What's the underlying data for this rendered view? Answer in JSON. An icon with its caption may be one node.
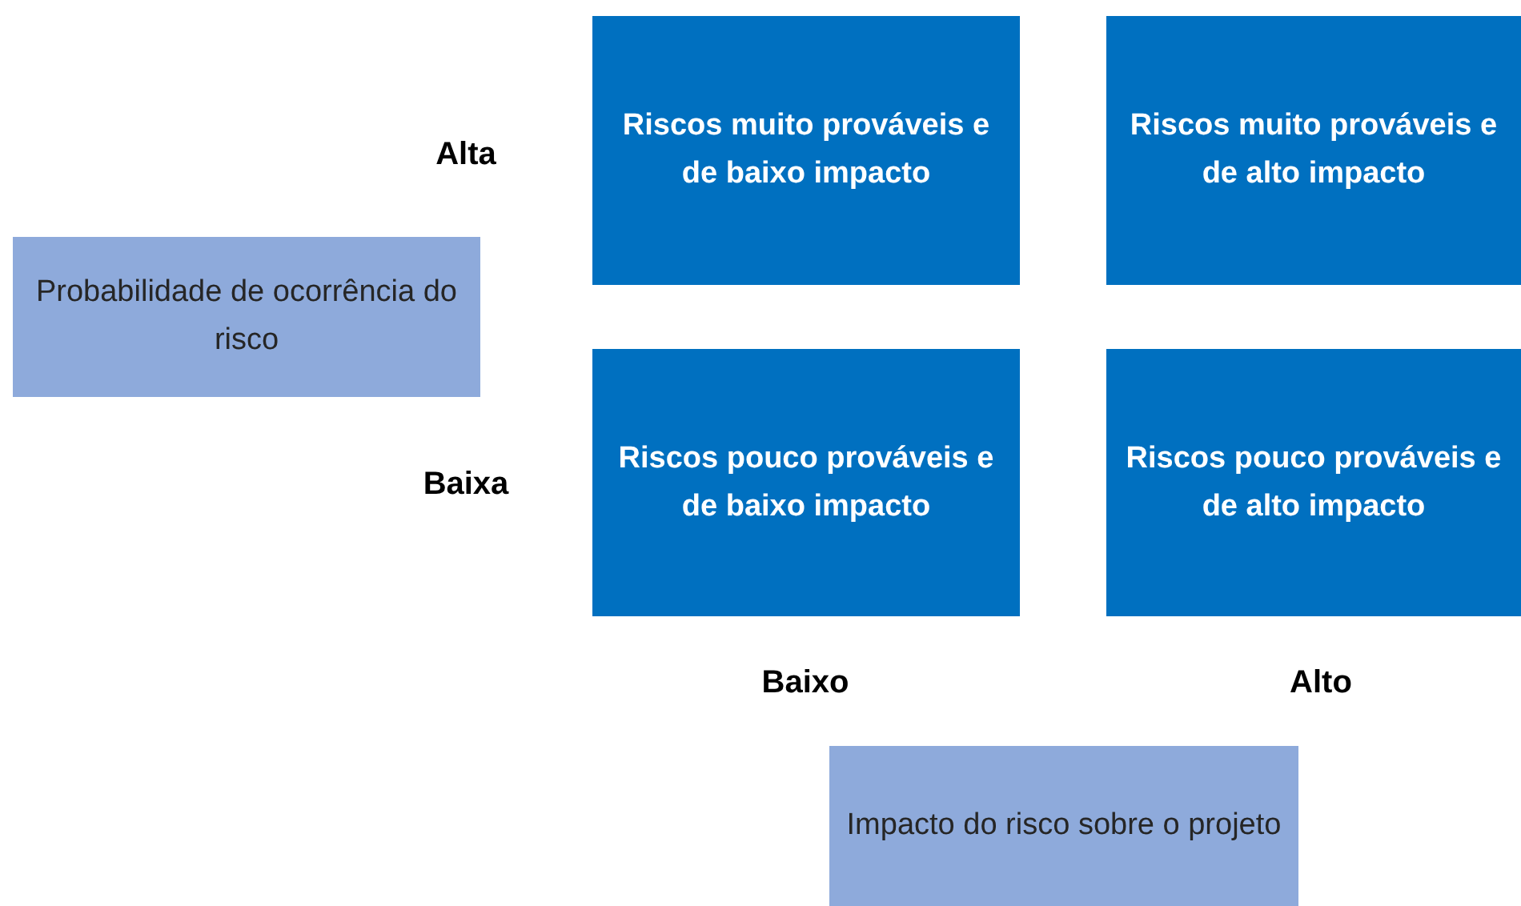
{
  "diagram": {
    "nodes": [
      {
        "text": [
          "Riscos muito prováveis e de baixo impacto"
        ]
      },
      {
        "text": [
          "Riscos muito prováveis e de alto impacto"
        ]
      },
      {
        "text": [
          "Probabilidade de ocorrência do risco"
        ]
      },
      {
        "text": [
          "Riscos pouco prováveis e de baixo impacto"
        ]
      },
      {
        "text": [
          "Riscos pouco prováveis e de alto impacto"
        ]
      },
      {
        "text": [
          "Impacto do risco sobre o projeto"
        ]
      }
    ],
    "labels": [
      "Alta",
      "Baixa",
      "Baixo",
      "Alto"
    ]
  }
}
